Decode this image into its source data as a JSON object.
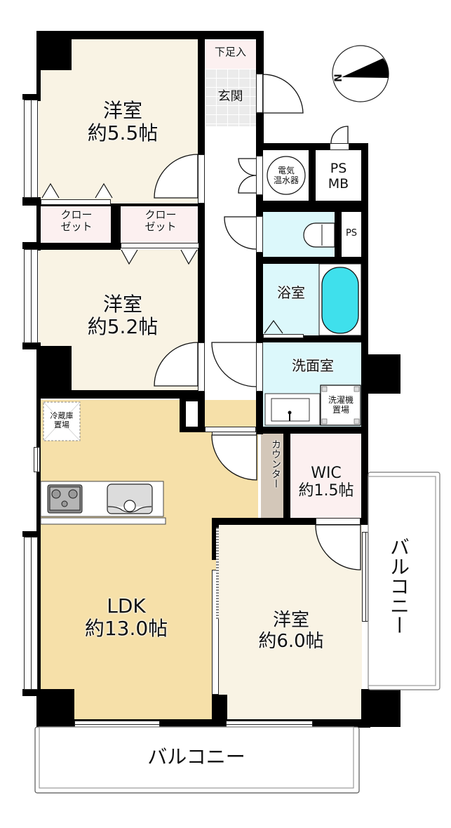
{
  "floorplan": {
    "compass": {
      "label": "N",
      "icon": "north-arrow-icon"
    },
    "rooms": {
      "western_1": {
        "name": "洋室",
        "size": "約5.5帖"
      },
      "western_2": {
        "name": "洋室",
        "size": "約5.2帖"
      },
      "western_3": {
        "name": "洋室",
        "size": "約6.0帖"
      },
      "ldk": {
        "name": "LDK",
        "size": "約13.0帖"
      },
      "wic": {
        "name": "WIC",
        "size": "約1.5帖"
      },
      "closet_1": {
        "line1": "クロー",
        "line2": "ゼット"
      },
      "closet_2": {
        "line1": "クロー",
        "line2": "ゼット"
      },
      "shoe_storage": {
        "name": "下足入"
      },
      "entrance": {
        "name": "玄関"
      },
      "water_heater": {
        "line1": "電気",
        "line2": "温水器"
      },
      "ps_mb": {
        "line1": "PS",
        "line2": "MB"
      },
      "ps": {
        "name": "PS"
      },
      "bathroom": {
        "name": "浴室"
      },
      "washroom": {
        "name": "洗面室"
      },
      "washer_space": {
        "line1": "洗濯機",
        "line2": "置場"
      },
      "fridge_space": {
        "line1": "冷蔵庫",
        "line2": "置場"
      },
      "counter": {
        "name": "カウンター"
      },
      "balcony_side": {
        "name": "バルコニー"
      },
      "balcony_bottom": {
        "name": "バルコニー"
      }
    },
    "colors": {
      "wall": "#000000",
      "western_room": "#f9f3e4",
      "ldk": "#f6e0a9",
      "closet": "#fcf0f0",
      "wet_area": "#dcf8fb",
      "bathtub": "#3fe0ec",
      "entrance_tile": "#ebebeb",
      "counter": "#d3c7b9",
      "kitchen_sink": "#dcdcdc"
    }
  }
}
